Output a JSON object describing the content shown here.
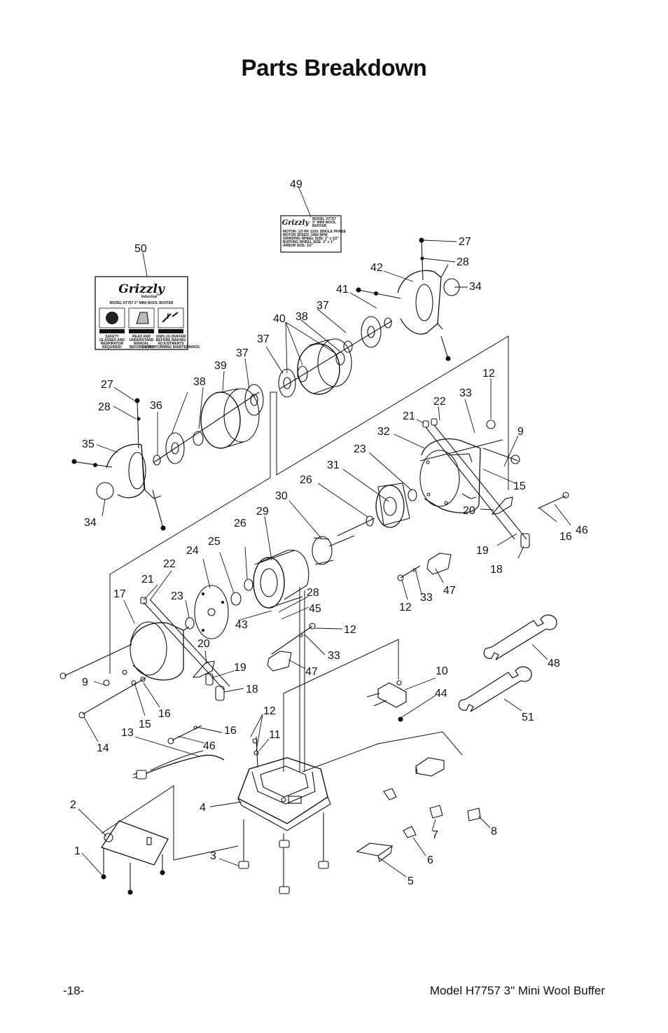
{
  "page": {
    "title": "Parts Breakdown",
    "page_number": "-18-",
    "model_caption": "Model H7757 3\" Mini Wool Buffer"
  },
  "label50": {
    "brand": "Grizzly",
    "brand_sub": "Industrial",
    "model_line": "MODEL H7757 3\" MINI WOOL BUFFER",
    "warning_word": "WARNING!",
    "panels": [
      {
        "text1": "SAFETY",
        "text2": "GLASSES AND",
        "text3": "RESPIRATOR",
        "text4": "REQUIRED!"
      },
      {
        "text1": "READ AND",
        "text2": "UNDERSTAND",
        "text3": "MANUAL",
        "text4": "BEFORE USE!"
      },
      {
        "text1": "UNPLUG BUFFER",
        "text2": "BEFORE MAKING",
        "text3": "ADJUSTMENTS",
        "text4": "OR PERFORMING MAINTENANCE!"
      }
    ]
  },
  "label49": {
    "brand": "Grizzly",
    "model_line1": "MODEL H7757",
    "model_line2": "3\" MINI WOOL",
    "model_line3": "BUFFER",
    "spec1": "MOTOR: 1/3 HP, 110V, SINGLE PHASE",
    "spec2": "MOTOR SPEED: 3450 RPM",
    "spec3": "GRINDING WHEEL SIZE: 3\" x 1/2\"",
    "spec4": "BUFFING WHEEL SIZE: 3\" x 1\"",
    "spec5": "ARBOR SIZE: 1/2\""
  },
  "callouts": [
    {
      "id": "c49",
      "text": "49"
    },
    {
      "id": "c50",
      "text": "50"
    },
    {
      "id": "c27a",
      "text": "27"
    },
    {
      "id": "c28a",
      "text": "28"
    },
    {
      "id": "c42",
      "text": "42"
    },
    {
      "id": "c34a",
      "text": "34"
    },
    {
      "id": "c41",
      "text": "41"
    },
    {
      "id": "c37a",
      "text": "37"
    },
    {
      "id": "c40",
      "text": "40"
    },
    {
      "id": "c38a",
      "text": "38"
    },
    {
      "id": "c37b",
      "text": "37"
    },
    {
      "id": "c39",
      "text": "39"
    },
    {
      "id": "c37c",
      "text": "37"
    },
    {
      "id": "c38b",
      "text": "38"
    },
    {
      "id": "c27b",
      "text": "27"
    },
    {
      "id": "c28b",
      "text": "28"
    },
    {
      "id": "c36",
      "text": "36"
    },
    {
      "id": "c35",
      "text": "35"
    },
    {
      "id": "c34b",
      "text": "34"
    },
    {
      "id": "c12a",
      "text": "12"
    },
    {
      "id": "c33a",
      "text": "33"
    },
    {
      "id": "c22a",
      "text": "22"
    },
    {
      "id": "c21a",
      "text": "21"
    },
    {
      "id": "c32",
      "text": "32"
    },
    {
      "id": "c9a",
      "text": "9"
    },
    {
      "id": "c23a",
      "text": "23"
    },
    {
      "id": "c31",
      "text": "31"
    },
    {
      "id": "c26a",
      "text": "26"
    },
    {
      "id": "c15a",
      "text": "15"
    },
    {
      "id": "c20a",
      "text": "20"
    },
    {
      "id": "c30",
      "text": "30"
    },
    {
      "id": "c29",
      "text": "29"
    },
    {
      "id": "c46a",
      "text": "46"
    },
    {
      "id": "c16a",
      "text": "16"
    },
    {
      "id": "c19a",
      "text": "19"
    },
    {
      "id": "c26b",
      "text": "26"
    },
    {
      "id": "c25",
      "text": "25"
    },
    {
      "id": "c24",
      "text": "24"
    },
    {
      "id": "c18a",
      "text": "18"
    },
    {
      "id": "c22b",
      "text": "22"
    },
    {
      "id": "c21b",
      "text": "21"
    },
    {
      "id": "c17",
      "text": "17"
    },
    {
      "id": "c23b",
      "text": "23"
    },
    {
      "id": "c28c",
      "text": "28"
    },
    {
      "id": "c45",
      "text": "45"
    },
    {
      "id": "c43",
      "text": "43"
    },
    {
      "id": "c33b",
      "text": "33"
    },
    {
      "id": "c47a",
      "text": "47"
    },
    {
      "id": "c12b",
      "text": "12"
    },
    {
      "id": "c12c",
      "text": "12"
    },
    {
      "id": "c20b",
      "text": "20"
    },
    {
      "id": "c33c",
      "text": "33"
    },
    {
      "id": "c19b",
      "text": "19"
    },
    {
      "id": "c47b",
      "text": "47"
    },
    {
      "id": "c9b",
      "text": "9"
    },
    {
      "id": "c18b",
      "text": "18"
    },
    {
      "id": "c10",
      "text": "10"
    },
    {
      "id": "c48",
      "text": "48"
    },
    {
      "id": "c44",
      "text": "44"
    },
    {
      "id": "c15b",
      "text": "15"
    },
    {
      "id": "c16b",
      "text": "16"
    },
    {
      "id": "c14",
      "text": "14"
    },
    {
      "id": "c12d",
      "text": "12"
    },
    {
      "id": "c16c",
      "text": "16"
    },
    {
      "id": "c13",
      "text": "13"
    },
    {
      "id": "c46b",
      "text": "46"
    },
    {
      "id": "c11",
      "text": "11"
    },
    {
      "id": "c51",
      "text": "51"
    },
    {
      "id": "c2",
      "text": "2"
    },
    {
      "id": "c4",
      "text": "4"
    },
    {
      "id": "c1",
      "text": "1"
    },
    {
      "id": "c8",
      "text": "8"
    },
    {
      "id": "c7",
      "text": "7"
    },
    {
      "id": "c6",
      "text": "6"
    },
    {
      "id": "c3",
      "text": "3"
    },
    {
      "id": "c5",
      "text": "5"
    }
  ]
}
